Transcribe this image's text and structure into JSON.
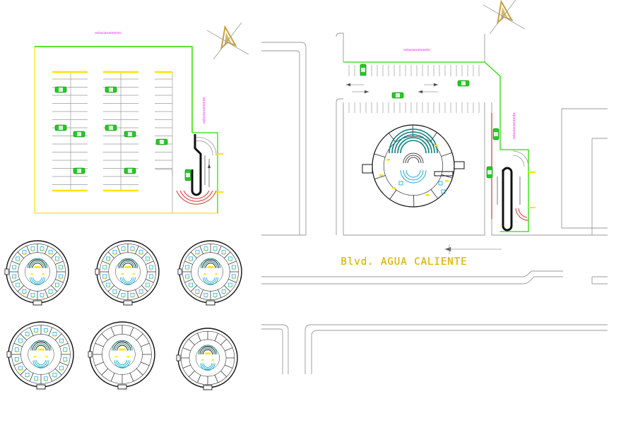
{
  "labels": {
    "top_left_road": "estacionamiento",
    "top_left_ramp": "estacionamiento",
    "top_right_road": "estacionamiento",
    "top_right_ramp": "estacionamiento",
    "street_name": "Blvd. AGUA CALIENTE"
  },
  "colors": {
    "boundary_yellow": "#ffe400",
    "boundary_green": "#22dd00",
    "line_gray": "#9a9a9a",
    "magenta": "#ff00ff",
    "ramp_red": "#dd3333",
    "street_text": "#e6b800",
    "cyan": "#00a8d0",
    "teal": "#0a8080",
    "car_green": "#22cc22",
    "north_arrow": "#c8a040"
  },
  "icons": {
    "north_arrow_left": "north-arrow-icon",
    "north_arrow_right": "north-arrow-icon"
  }
}
